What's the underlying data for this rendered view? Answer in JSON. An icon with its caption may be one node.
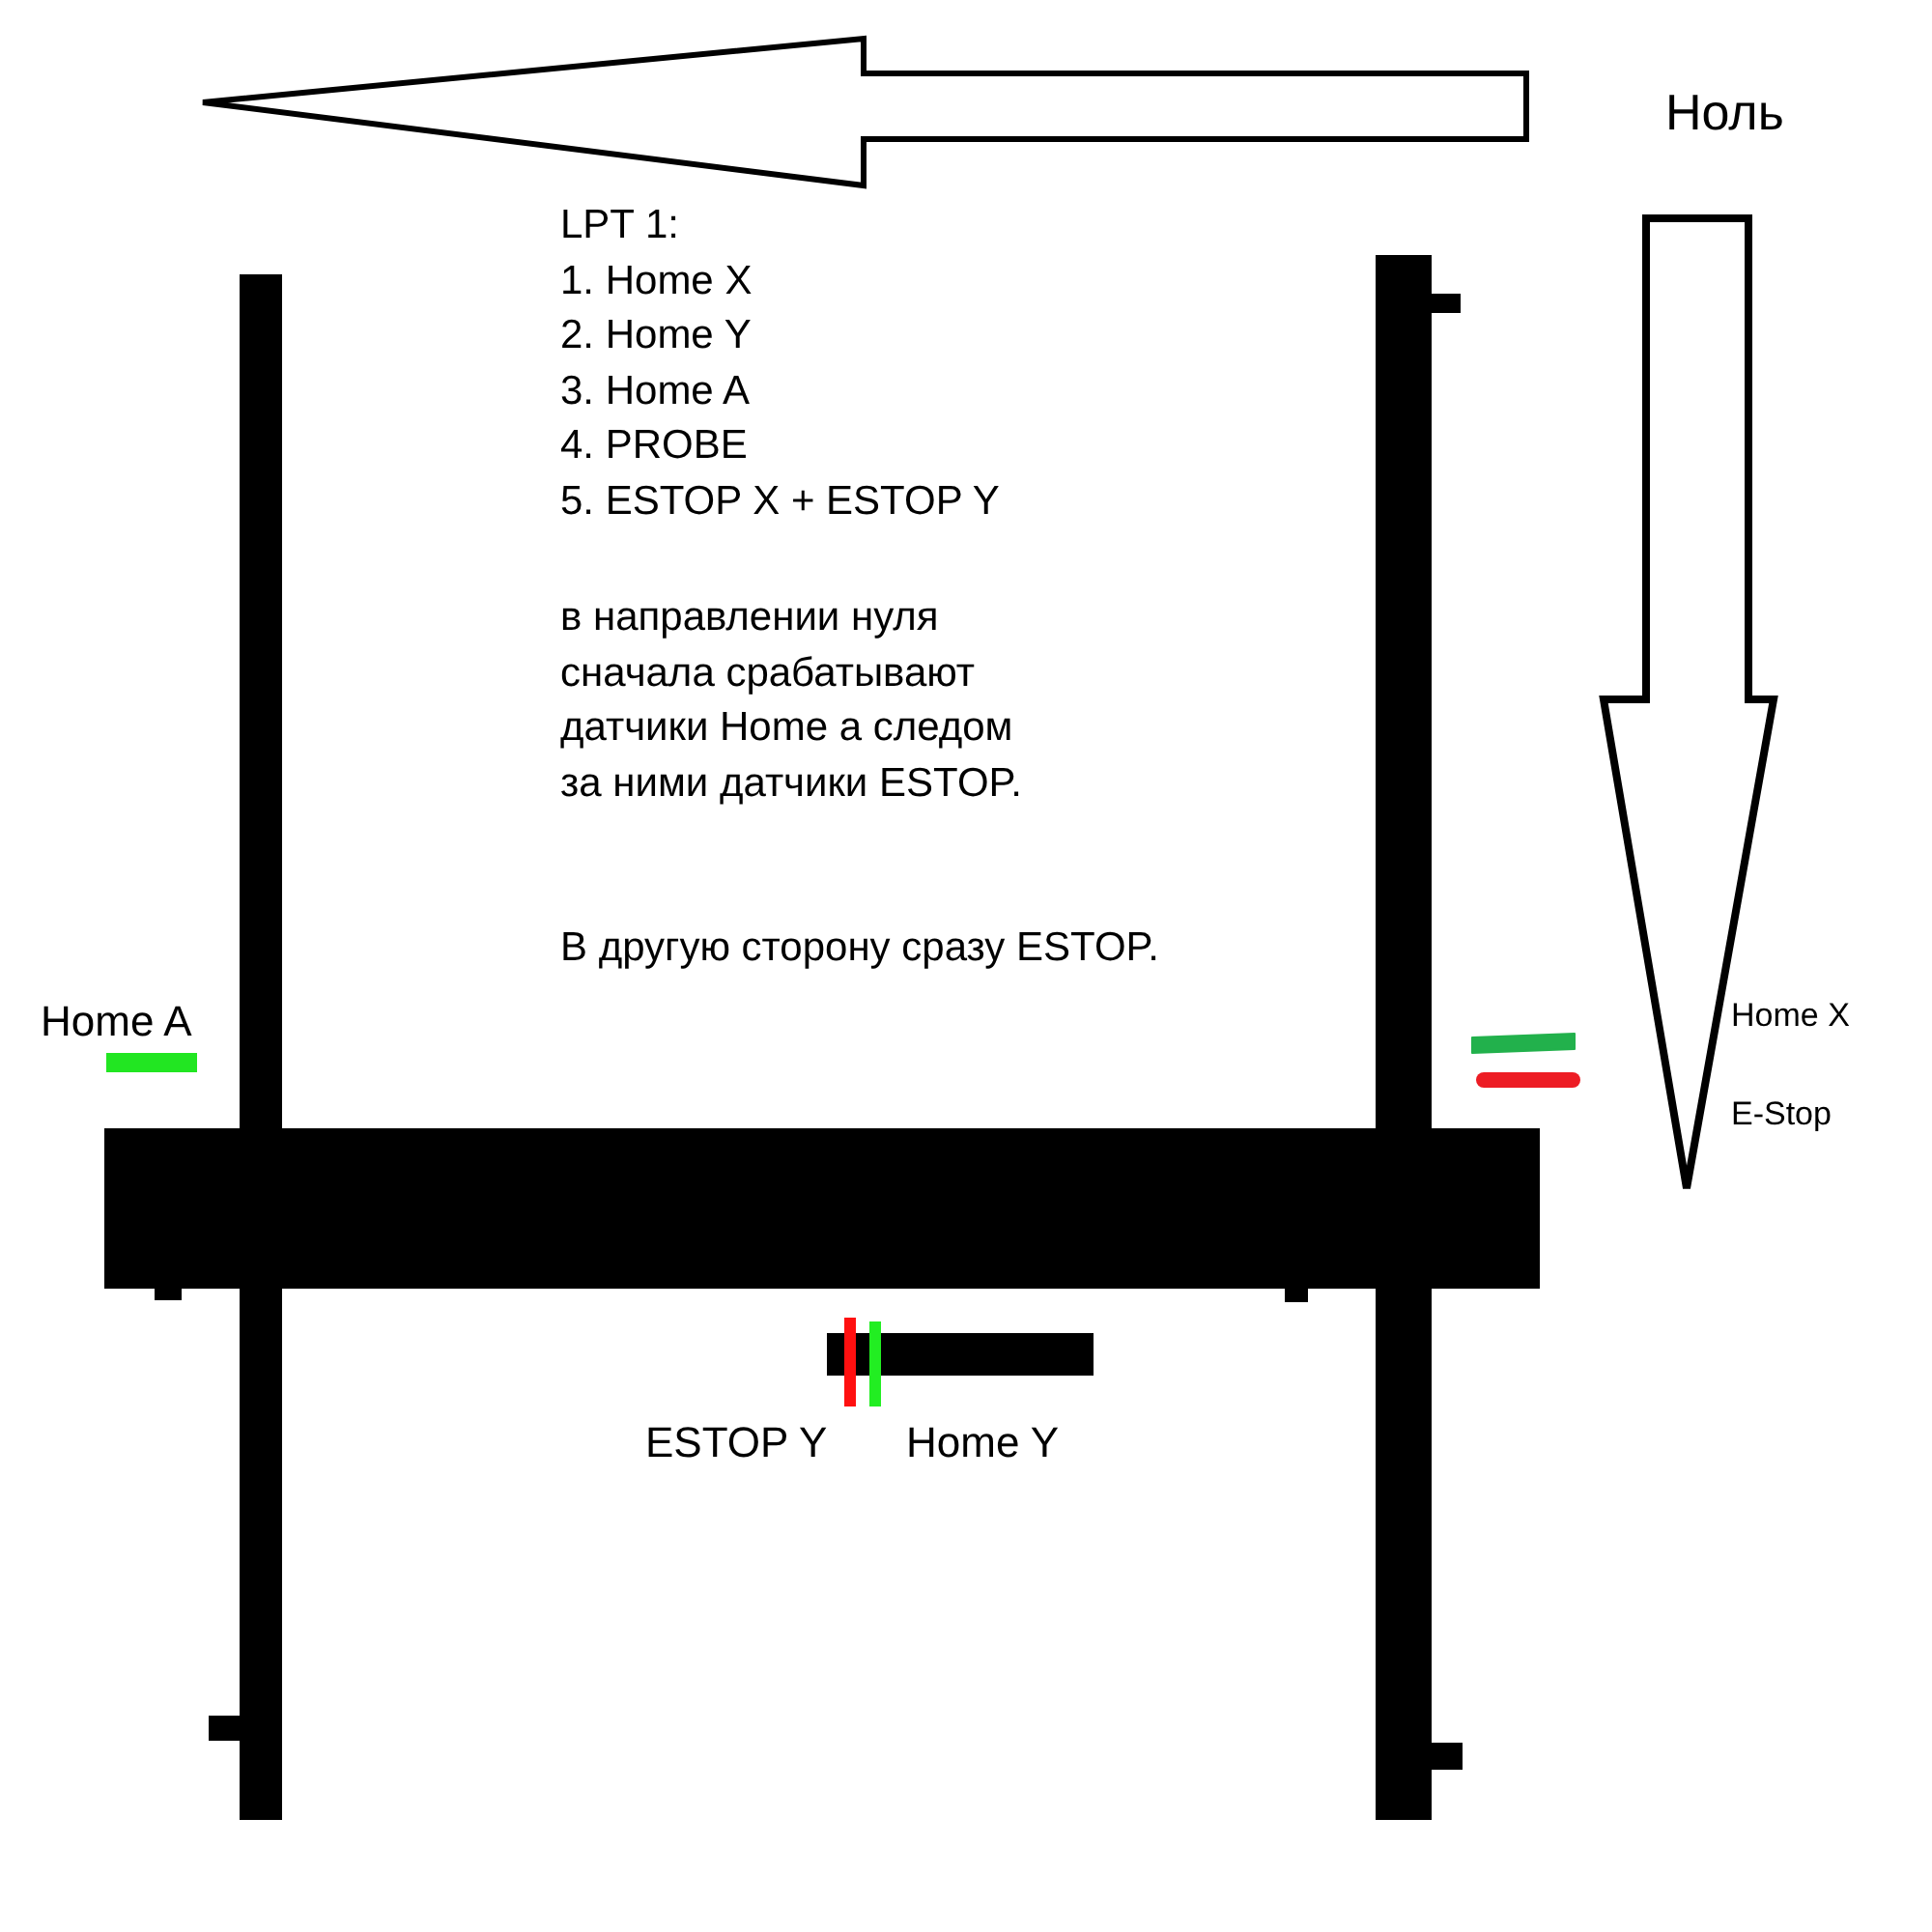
{
  "diagram": {
    "labels": [
      "Ноль",
      "LPT 1:",
      "1. Home X",
      "2. Home Y",
      "3. Home A",
      "4. PROBE",
      "5. ESTOP X + ESTOP Y",
      "в направлении нуля сначала срабатывают датчики Home а следом за ними датчики ESTOP.",
      "В другую сторону сразу ESTOP.",
      "Home A",
      "Home X",
      "E-Stop",
      "ESTOP Y",
      "Home Y"
    ]
  }
}
